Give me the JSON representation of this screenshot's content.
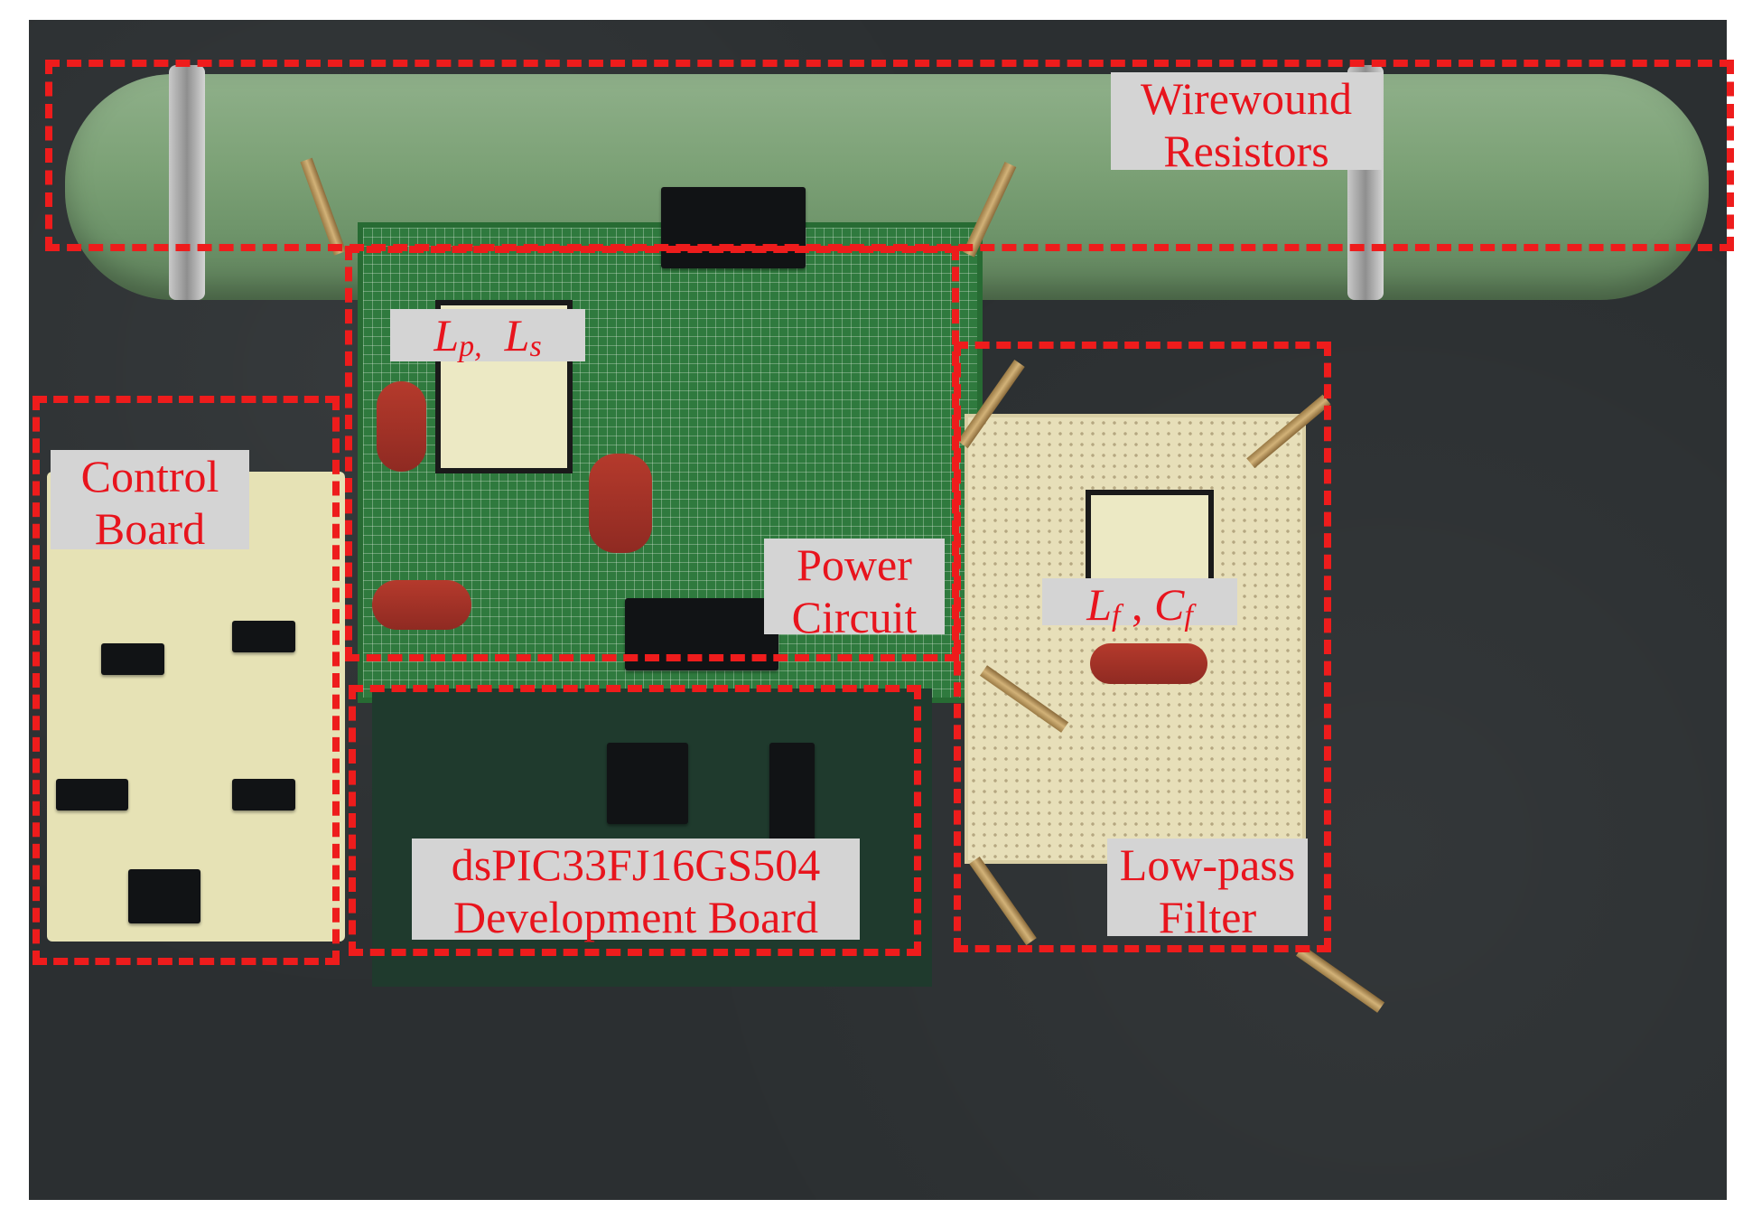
{
  "labels": {
    "wirewound": [
      "Wirewound",
      "Resistors"
    ],
    "control": [
      "Control",
      "Board"
    ],
    "power": [
      "Power",
      "Circuit"
    ],
    "lowpass": [
      "Low-pass",
      "Filter"
    ],
    "dev": [
      "dsPIC33FJ16GS504",
      "Development Board"
    ],
    "lp_ls": {
      "a": "L",
      "a_sub": "p,",
      "b": "L",
      "b_sub": "s"
    },
    "lf_cf": {
      "a": "L",
      "a_sub": "f",
      "sep": " , ",
      "b": "C",
      "b_sub": "f"
    }
  },
  "colors": {
    "outline": "#ee1c1c",
    "label_text": "#e8141d",
    "label_bg": "#d4d4d4"
  }
}
